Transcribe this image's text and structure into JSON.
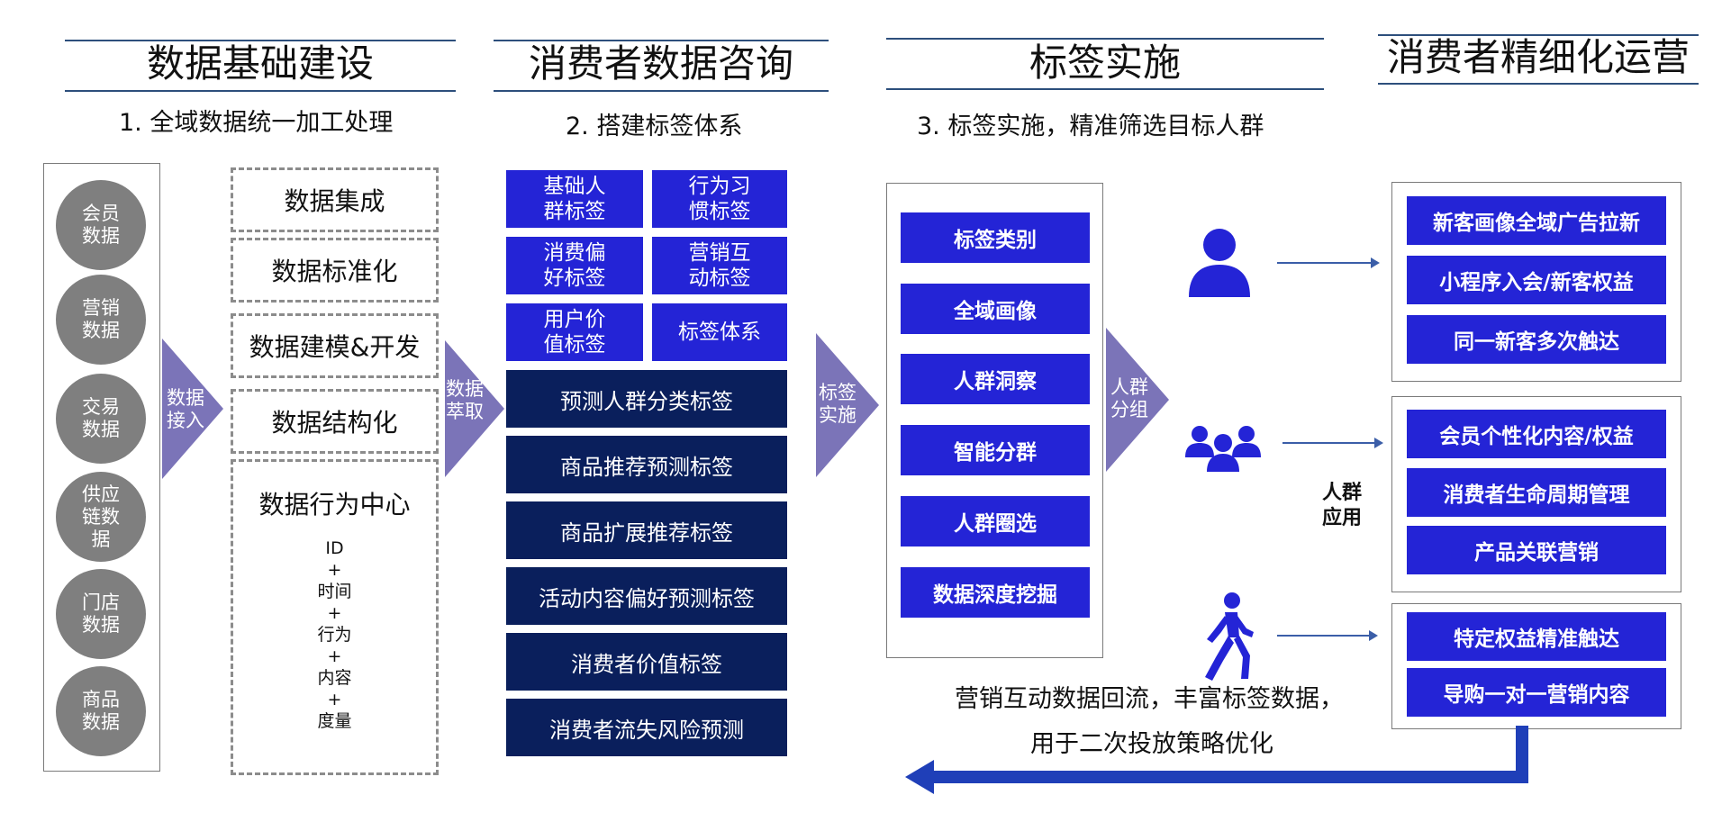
{
  "sections": [
    {
      "title": "数据基础建设",
      "subtitle": "1. 全域数据统一加工处理"
    },
    {
      "title": "消费者数据咨询",
      "subtitle": "2. 搭建标签体系"
    },
    {
      "title": "标签实施",
      "subtitle": "3. 标签实施，精准筛选目标人群"
    },
    {
      "title": "消费者精细化运营",
      "subtitle": ""
    }
  ],
  "data_sources": [
    "会员\n数据",
    "营销\n数据",
    "交易\n数据",
    "供应\n链数\n据",
    "门店\n数据",
    "商品\n数据"
  ],
  "arrows": [
    "数据\n接入",
    "数据\n萃取",
    "标签\n实施",
    "人群\n分组"
  ],
  "processing_steps": [
    "数据集成",
    "数据标准化",
    "数据建模&开发",
    "数据结构化"
  ],
  "behavior_center": {
    "title": "数据行为中心",
    "lines": [
      "ID",
      "+",
      "时间",
      "+",
      "行为",
      "+",
      "内容",
      "+",
      "度量"
    ]
  },
  "tag_grid": [
    "基础人\n群标签",
    "行为习\n惯标签",
    "消费偏\n好标签",
    "营销互\n动标签",
    "用户价\n值标签",
    "标签体系"
  ],
  "tag_list": [
    "预测人群分类标签",
    "商品推荐预测标签",
    "商品扩展推荐标签",
    "活动内容偏好预测标签",
    "消费者价值标签",
    "消费者流失风险预测"
  ],
  "implementation": [
    "标签类别",
    "全域画像",
    "人群洞察",
    "智能分群",
    "人群圈选",
    "数据深度挖掘"
  ],
  "application_label": "人群\n应用",
  "applications": [
    {
      "icon": "person-icon",
      "items": [
        "新客画像全域广告拉新",
        "小程序入会/新客权益",
        "同一新客多次触达"
      ]
    },
    {
      "icon": "group-icon",
      "items": [
        "会员个性化内容/权益",
        "消费者生命周期管理",
        "产品关联营销"
      ]
    },
    {
      "icon": "walking-person-icon",
      "items": [
        "特定权益精准触达",
        "导购一对一营销内容"
      ]
    }
  ],
  "feedback": [
    "营销互动数据回流，丰富标签数据，",
    "用于二次投放策略优化"
  ],
  "colors": {
    "blue": "#2424d6",
    "navy": "#0a1f5c",
    "purple": "#7b74b8",
    "gray": "#7f7f7f",
    "line": "#2d4f7c"
  }
}
